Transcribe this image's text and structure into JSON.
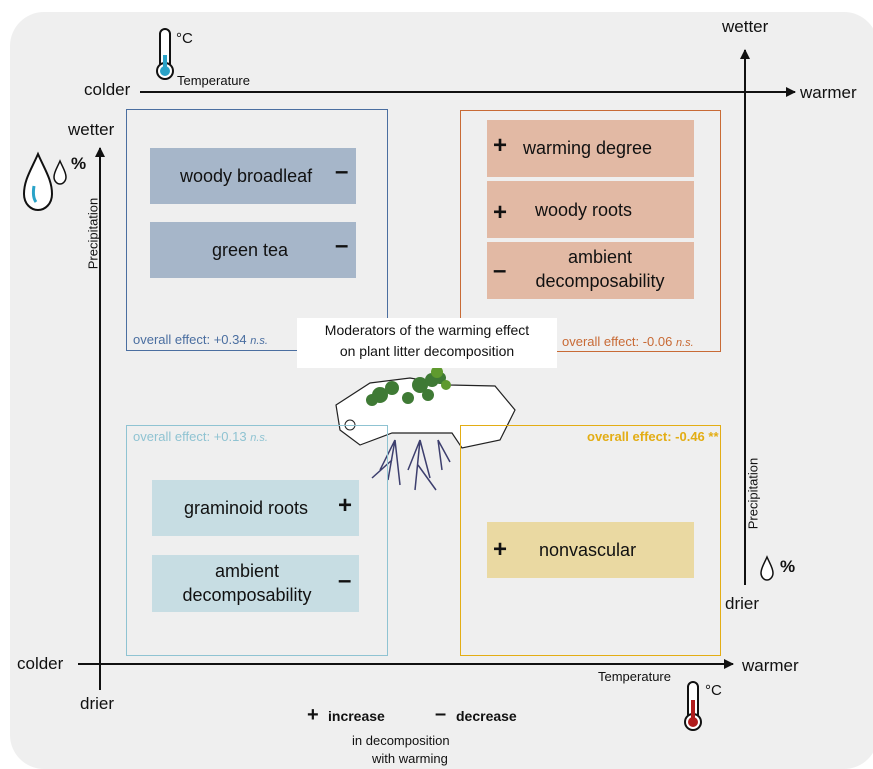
{
  "top_axis": {
    "left": "colder",
    "right": "warmer",
    "label": "Temperature"
  },
  "right_axis": {
    "top": "wetter",
    "bottom": "drier",
    "label": "Precipitation"
  },
  "left_axis": {
    "top": "wetter",
    "bottom": "drier",
    "label": "Precipitation"
  },
  "bottom_axis": {
    "left": "colder",
    "right": "warmer",
    "label": "Temperature"
  },
  "unit_celsius": "°C",
  "unit_percent": "%",
  "center_title": {
    "line1": "Moderators of the warming effect",
    "line2": "on plant litter decomposition"
  },
  "quadrants": {
    "top_left": {
      "color": "#4a6ea0",
      "chip_color": "#a6b6c9",
      "items": [
        {
          "label": "woody broadleaf",
          "sign": "–"
        },
        {
          "label": "green tea",
          "sign": "–"
        }
      ],
      "effect_text": "overall effect: +0.34",
      "effect_sig": "n.s."
    },
    "top_right": {
      "color": "#c86a35",
      "chip_color": "#e2b9a4",
      "items": [
        {
          "label": "warming degree",
          "sign": "+"
        },
        {
          "label": "woody roots",
          "sign": "+"
        },
        {
          "label1": "ambient",
          "label2": "decomposability",
          "sign": "–"
        }
      ],
      "effect_text": "overall effect: -0.06",
      "effect_sig": "n.s."
    },
    "bottom_left": {
      "color": "#8fc3d2",
      "chip_color": "#c7dde3",
      "items": [
        {
          "label": "graminoid roots",
          "sign": "+"
        },
        {
          "label1": "ambient",
          "label2": "decomposability",
          "sign": "–"
        }
      ],
      "effect_text": "overall effect: +0.13",
      "effect_sig": "n.s."
    },
    "bottom_right": {
      "color": "#e3ad14",
      "chip_color": "#ead9a2",
      "items": [
        {
          "label": "nonvascular",
          "sign": "+"
        }
      ],
      "effect_text": "overall effect: -0.46 **"
    }
  },
  "legend": {
    "plus": "+",
    "plus_label": "increase",
    "minus": "–",
    "minus_label": "decrease",
    "line1": "in decomposition",
    "line2": "with warming"
  }
}
